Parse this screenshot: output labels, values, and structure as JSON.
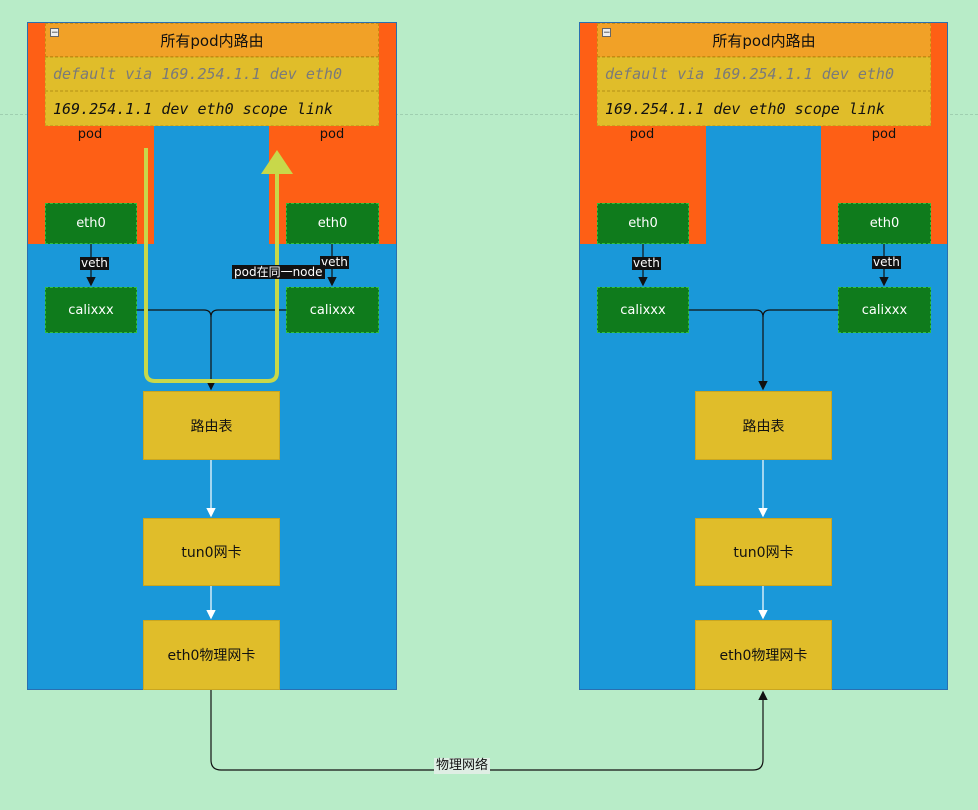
{
  "left_node": {
    "route_header": "所有pod内路由",
    "route_line_1": "default via 169.254.1.1 dev eth0",
    "route_line_2": "169.254.1.1 dev eth0 scope link",
    "pod_left_label": "pod",
    "pod_right_label": "pod",
    "eth0_left": "eth0",
    "eth0_right": "eth0",
    "veth_left": "veth",
    "veth_right": "veth",
    "cali_left": "calixxx",
    "cali_right": "calixxx",
    "route_table": "路由表",
    "tun0": "tun0网卡",
    "phys_nic": "eth0物理网卡",
    "same_node_note": "pod在同一node"
  },
  "right_node": {
    "route_header": "所有pod内路由",
    "route_line_1": "default via 169.254.1.1 dev eth0",
    "route_line_2": "169.254.1.1 dev eth0 scope link",
    "pod_left_label": "pod",
    "pod_right_label": "pod",
    "eth0_left": "eth0",
    "eth0_right": "eth0",
    "veth_left": "veth",
    "veth_right": "veth",
    "cali_left": "calixxx",
    "cali_right": "calixxx",
    "route_table": "路由表",
    "tun0": "tun0网卡",
    "phys_nic": "eth0物理网卡"
  },
  "physical_network_label": "物理网络",
  "colors": {
    "background": "#b8ecc8",
    "node": "#1a98d9",
    "pod": "#fe5f15",
    "green_box": "#0f7b1c",
    "yellow_box": "#e0bd2a",
    "route_header": "#f1a127",
    "highlight_path": "#c8d84a"
  }
}
